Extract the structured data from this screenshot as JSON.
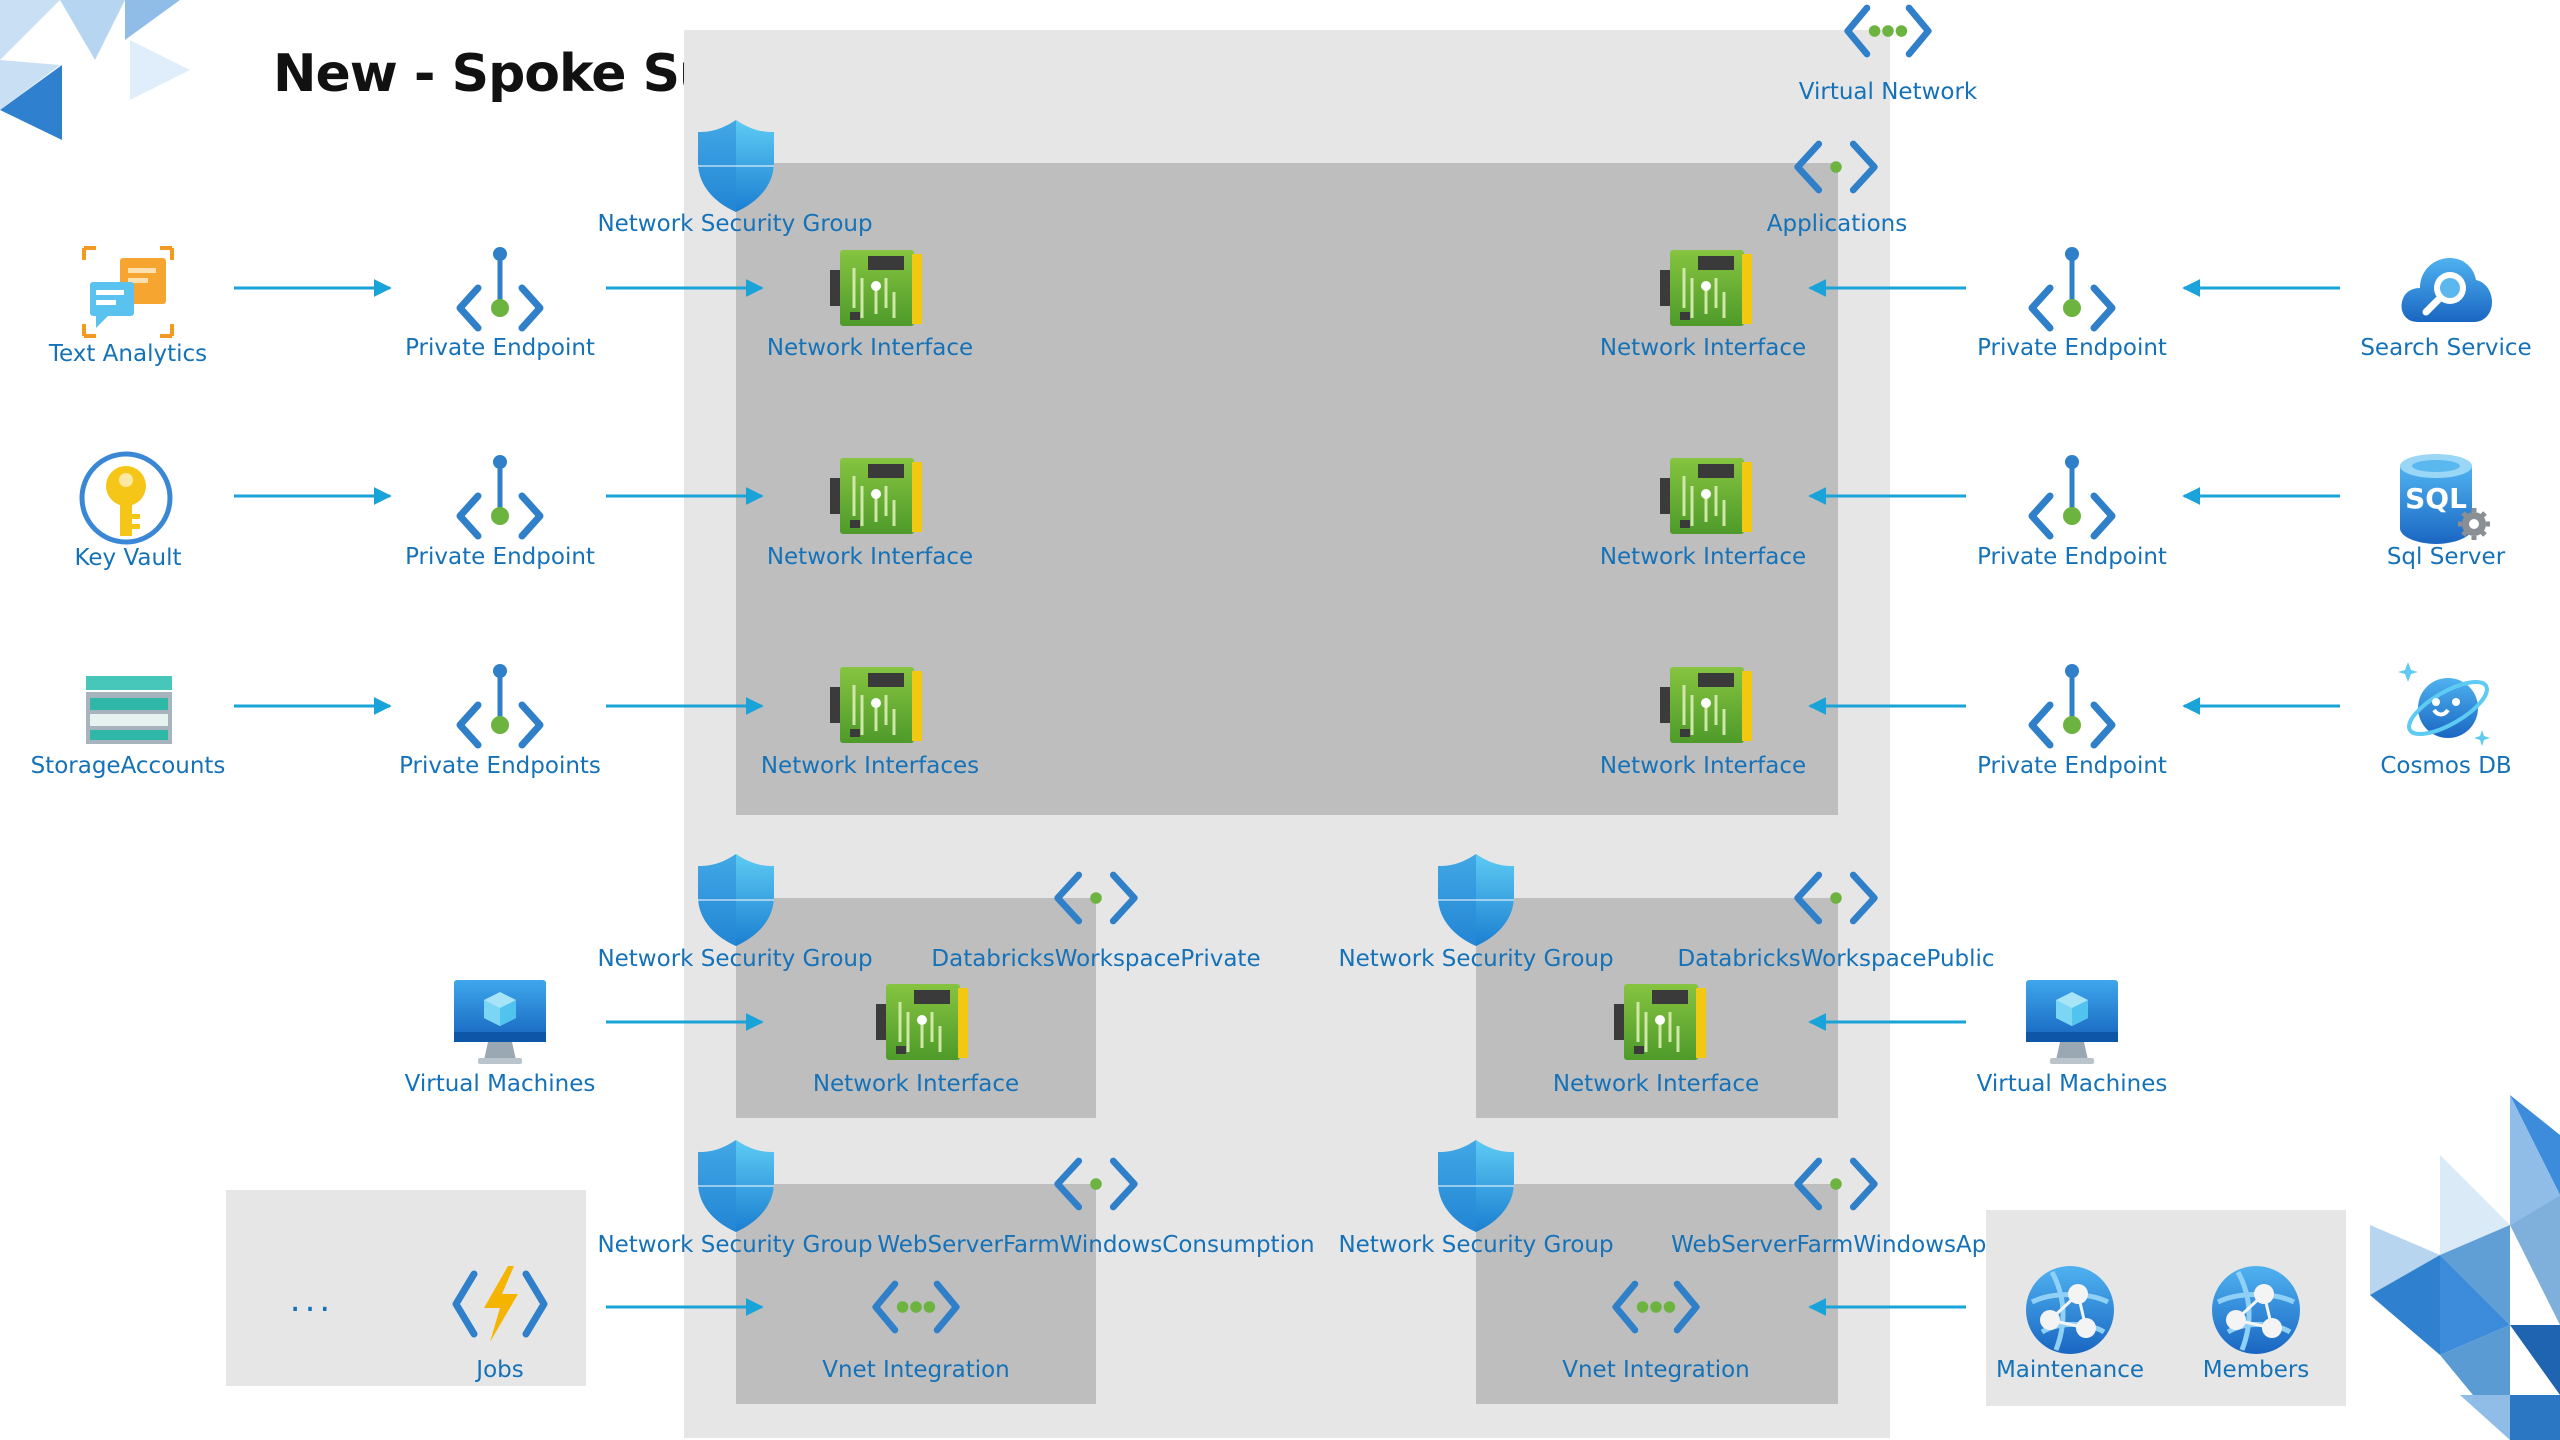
{
  "title": "New - Spoke Subn",
  "colors": {
    "outer_region": "#e6e6e6",
    "inner_subnet": "#bebebe",
    "label": "#1572b8",
    "arrow": "#1aa3d9",
    "accent_blue": "#3a8fd8",
    "accent_green": "#7ab536"
  },
  "vnet": {
    "label": "Virtual Network",
    "icon": "virtual-network-icon"
  },
  "applications_subnet": {
    "label": "Applications",
    "icon": "subnet-icon",
    "nsg_label": "Network Security Group",
    "left_nics": [
      "Network Interface",
      "Network Interface",
      "Network Interfaces"
    ],
    "right_nics": [
      "Network Interface",
      "Network Interface",
      "Network Interface"
    ]
  },
  "left_services": [
    {
      "label": "Text Analytics",
      "icon": "text-analytics-icon",
      "endpoint": "Private Endpoint"
    },
    {
      "label": "Key Vault",
      "icon": "key-vault-icon",
      "endpoint": "Private Endpoint"
    },
    {
      "label": "StorageAccounts",
      "icon": "storage-account-icon",
      "endpoint": "Private Endpoints"
    }
  ],
  "right_services": [
    {
      "label": "Search Service",
      "icon": "search-service-icon",
      "endpoint": "Private Endpoint"
    },
    {
      "label": "Sql Server",
      "icon": "sql-server-icon",
      "endpoint": "Private Endpoint"
    },
    {
      "label": "Cosmos DB",
      "icon": "cosmos-db-icon",
      "endpoint": "Private Endpoint"
    }
  ],
  "databricks_private": {
    "subnet_label": "DatabricksWorkspacePrivate",
    "nsg_label": "Network Security Group",
    "nic_label": "Network Interface",
    "vm_label": "Virtual Machines"
  },
  "databricks_public": {
    "subnet_label": "DatabricksWorkspacePublic",
    "nsg_label": "Network Security Group",
    "nic_label": "Network Interface",
    "vm_label": "Virtual Machines"
  },
  "webfarm_consumption": {
    "subnet_label": "WebServerFarmWindowsConsumption",
    "nsg_label": "Network Security Group",
    "vnet_integration_label": "Vnet Integration"
  },
  "webfarm_app": {
    "subnet_label": "WebServerFarmWindowsApp",
    "nsg_label": "Network Security Group",
    "vnet_integration_label": "Vnet Integration"
  },
  "jobs_group": {
    "ellipsis": "...",
    "label": "Jobs"
  },
  "app_group": {
    "items": [
      "Maintenance",
      "Members"
    ]
  }
}
